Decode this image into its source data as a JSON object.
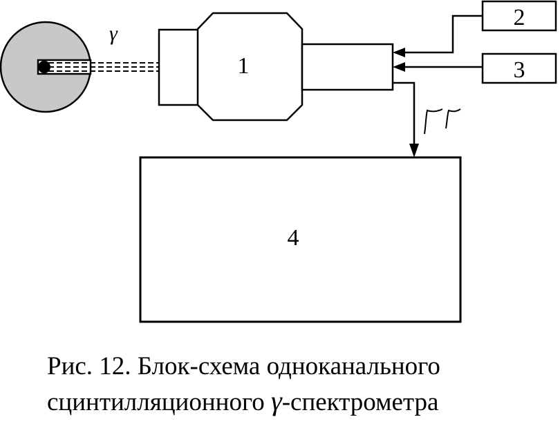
{
  "diagram": {
    "block_labels": {
      "photomultiplier": "1",
      "block_2": "2",
      "block_3": "3",
      "analyzer": "4"
    },
    "gamma_symbol": "γ",
    "colors": {
      "stroke": "#000000",
      "source_fill": "#c8c8c8",
      "background": "#ffffff"
    }
  },
  "caption": {
    "line1": "Рис. 12. Блок-схема одноканального",
    "line2_before": "сцинтилляционного ",
    "line2_symbol": "γ",
    "line2_after": "-спектрометра"
  }
}
